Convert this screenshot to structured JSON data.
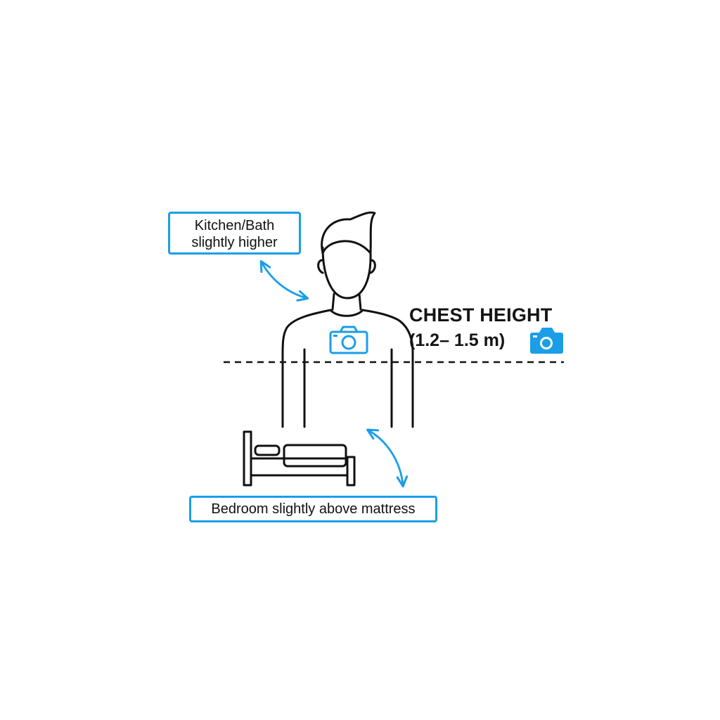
{
  "callouts": {
    "kitchen_line1": "Kitchen/Bath",
    "kitchen_line2": "slightly higher",
    "bedroom": "Bedroom slightly above mattress"
  },
  "chest_height": {
    "title": "CHEST HEIGHT",
    "range": "(1.2– 1.5 m)"
  },
  "icons": {
    "person": "person-outline-icon",
    "camera": "camera-icon",
    "bed": "bed-icon",
    "arrow": "double-headed-curved-arrow-icon"
  },
  "colors": {
    "accent": "#1a9ee8",
    "line": "#111111",
    "background": "#ffffff"
  }
}
